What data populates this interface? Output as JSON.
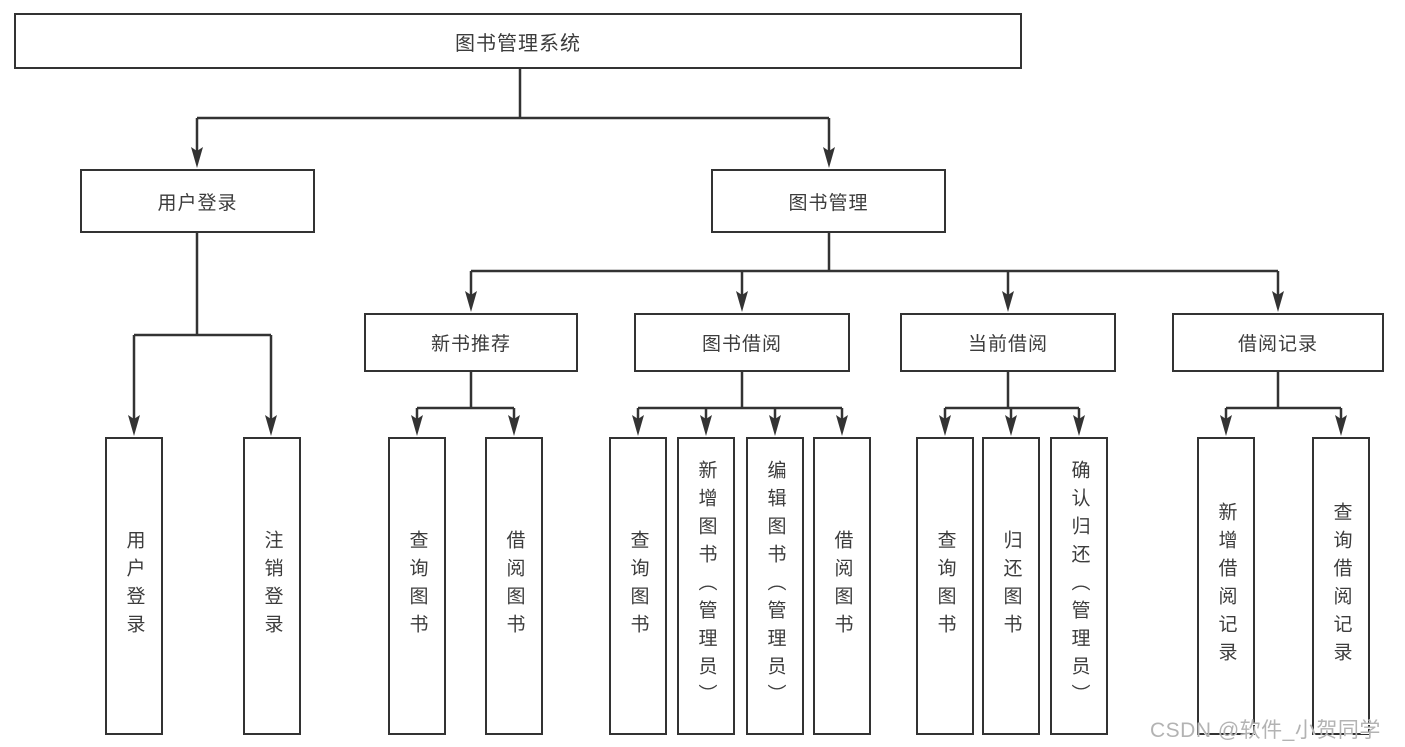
{
  "diagram": {
    "title_node": {
      "label": "图书管理系统"
    },
    "level2": [
      {
        "label": "用户登录"
      },
      {
        "label": "图书管理"
      }
    ],
    "level3": [
      {
        "label": "新书推荐"
      },
      {
        "label": "图书借阅"
      },
      {
        "label": "当前借阅"
      },
      {
        "label": "借阅记录"
      }
    ],
    "leaves": {
      "user_login": [
        "用户登录",
        "注销登录"
      ],
      "new_book": [
        "查询图书",
        "借阅图书"
      ],
      "book_borrow": [
        "查询图书",
        "新增图书（管理员）",
        "编辑图书（管理员）",
        "借阅图书"
      ],
      "current_borrow": [
        "查询图书",
        "归还图书",
        "确认归还（管理员）"
      ],
      "borrow_record": [
        "新增借阅记录",
        "查询借阅记录"
      ]
    }
  },
  "watermark": {
    "text": "CSDN @软件_小贺同学"
  },
  "colors": {
    "line": "#333333",
    "border": "#333333",
    "text": "#3c3c3c",
    "background": "#ffffff",
    "watermark": "#b3b3b3"
  }
}
